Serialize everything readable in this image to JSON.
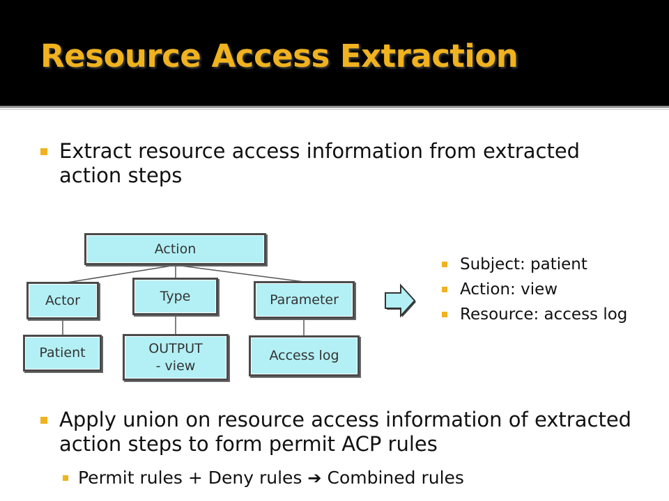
{
  "slide": {
    "title": "Resource Access Extraction",
    "bullet1": "Extract resource access information from extracted action steps",
    "bullet2": "Apply union on resource access information of extracted action steps to form permit ACP rules",
    "sub_bullet": {
      "left": "Permit rules + Deny rules",
      "arrow": "➔",
      "right": "Combined rules"
    }
  },
  "diagram": {
    "root": "Action",
    "children": [
      "Actor",
      "Type",
      "Parameter"
    ],
    "leaves": [
      "Patient",
      "OUTPUT\n- view",
      "Access log"
    ]
  },
  "result": {
    "items": [
      "Subject: patient",
      "Action: view",
      "Resource: access log"
    ]
  },
  "colors": {
    "title": "#F0B21F",
    "bullet": "#F0B21F",
    "box_fill": "#B3F0F5",
    "header_bg": "#000000"
  }
}
